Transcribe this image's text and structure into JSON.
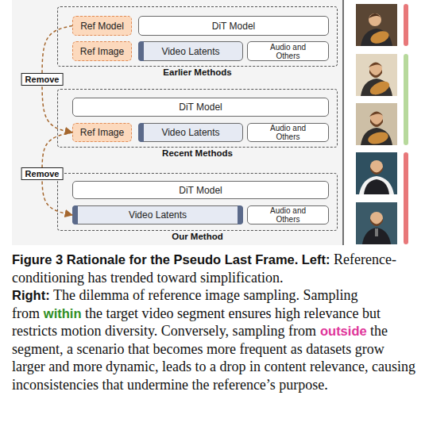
{
  "diagram": {
    "caption": "Figure 3 Rationale for the Pseudo Last Frame.",
    "nodes": [
      {
        "text": [
          "Earlier Methods"
        ]
      },
      {
        "text": [
          "Ref Model"
        ],
        "in": 0
      },
      {
        "text": [
          "DiT Model"
        ],
        "in": 0
      },
      {
        "text": [
          "Ref Image"
        ],
        "in": 0
      },
      {
        "text": [
          "Video Latents"
        ],
        "in": 0
      },
      {
        "text": [
          "Audio and Others"
        ],
        "in": 0
      },
      {
        "text": [
          "Recent Methods"
        ]
      },
      {
        "text": [
          "DiT Model"
        ],
        "in": 6
      },
      {
        "text": [
          "Ref Image"
        ],
        "in": 6
      },
      {
        "text": [
          "Video Latents"
        ],
        "in": 6
      },
      {
        "text": [
          "Audio and Others"
        ],
        "in": 6
      },
      {
        "text": [
          "Our Method"
        ]
      },
      {
        "text": [
          "DiT Model"
        ],
        "in": 11
      },
      {
        "text": [
          "Video Latents"
        ],
        "in": 11
      },
      {
        "text": [
          "Audio and Others"
        ],
        "in": 11
      }
    ],
    "edges": [
      {
        "from": 1,
        "to": 8,
        "arrow": "to",
        "label": "Remove"
      },
      {
        "from": 8,
        "to": 13,
        "arrow": "to",
        "label": "Remove"
      }
    ],
    "labels": [
      "Left:",
      "Reference-conditioning has trended toward simplification.",
      "Right:",
      "The dilemma of reference image sampling. Sampling from",
      "within",
      "the target video segment ensures high relevance but restricts motion diversity. Conversely, sampling from",
      "outside",
      "the segment, a scenario that becomes more frequent as datasets grow larger and more dynamic, leads to a drop in content relevance, causing inconsistencies that undermine the reference’s purpose."
    ]
  }
}
